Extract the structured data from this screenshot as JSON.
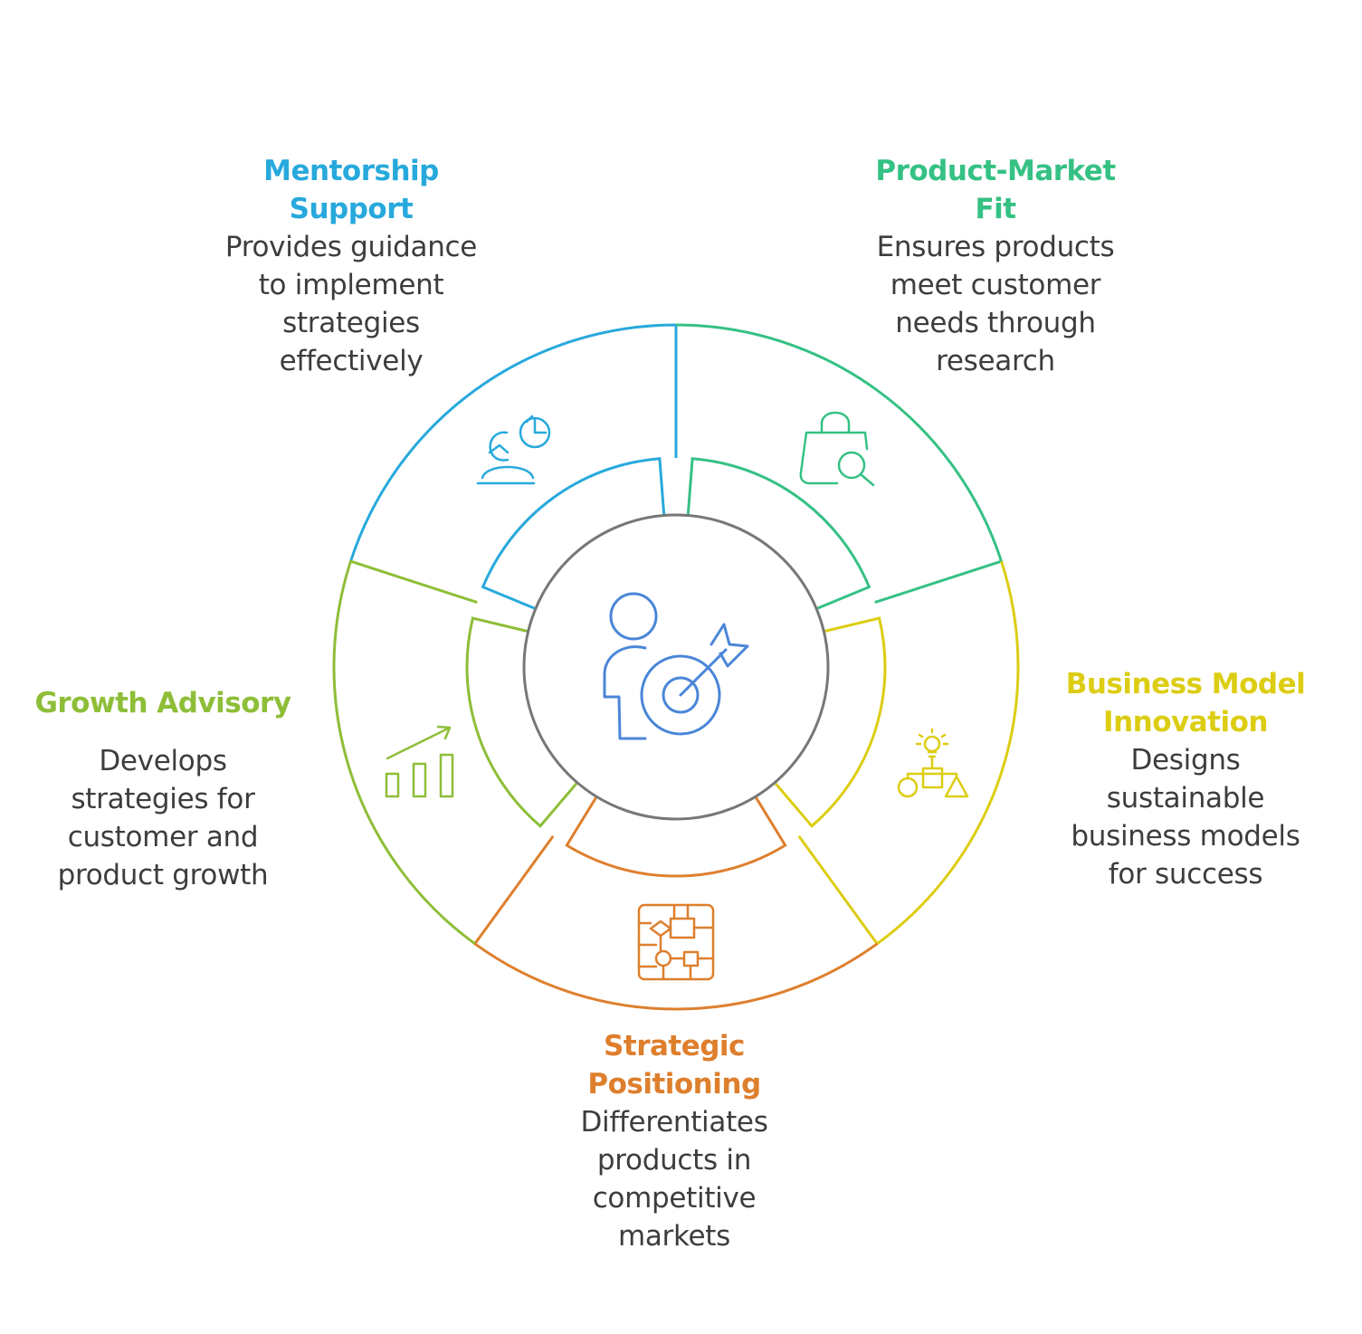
{
  "segments": [
    {
      "id": "mentorship",
      "title": "Mentorship Support",
      "title_lines": [
        "Mentorship",
        "Support"
      ],
      "description_lines": [
        "Provides guidance",
        "to implement",
        "strategies",
        "effectively"
      ],
      "color": "#27a9dc",
      "icon": "mentor-clock-icon"
    },
    {
      "id": "product-market-fit",
      "title": "Product-Market Fit",
      "title_lines": [
        "Product-Market",
        "Fit"
      ],
      "description_lines": [
        "Ensures products",
        "meet customer",
        "needs through",
        "research"
      ],
      "color": "#35c184",
      "icon": "shopping-bag-search-icon"
    },
    {
      "id": "business-model",
      "title": "Business Model Innovation",
      "title_lines": [
        "Business Model",
        "Innovation"
      ],
      "description_lines": [
        "Designs",
        "sustainable",
        "business models",
        "for success"
      ],
      "color": "#dccd13",
      "icon": "lightbulb-shapes-icon"
    },
    {
      "id": "strategic-positioning",
      "title": "Strategic Positioning",
      "title_lines": [
        "Strategic",
        "Positioning"
      ],
      "description_lines": [
        "Differentiates",
        "products in",
        "competitive",
        "markets"
      ],
      "color": "#de7f2d",
      "icon": "flowchart-icon"
    },
    {
      "id": "growth-advisory",
      "title": "Growth Advisory",
      "title_lines": [
        "Growth Advisory"
      ],
      "description_lines": [
        "Develops",
        "strategies for",
        "customer and",
        "product growth"
      ],
      "color": "#8ebe38",
      "icon": "bar-chart-growth-icon"
    }
  ],
  "center": {
    "icon": "person-target-icon",
    "color": "#4a86d8",
    "ring_color": "#777777"
  }
}
